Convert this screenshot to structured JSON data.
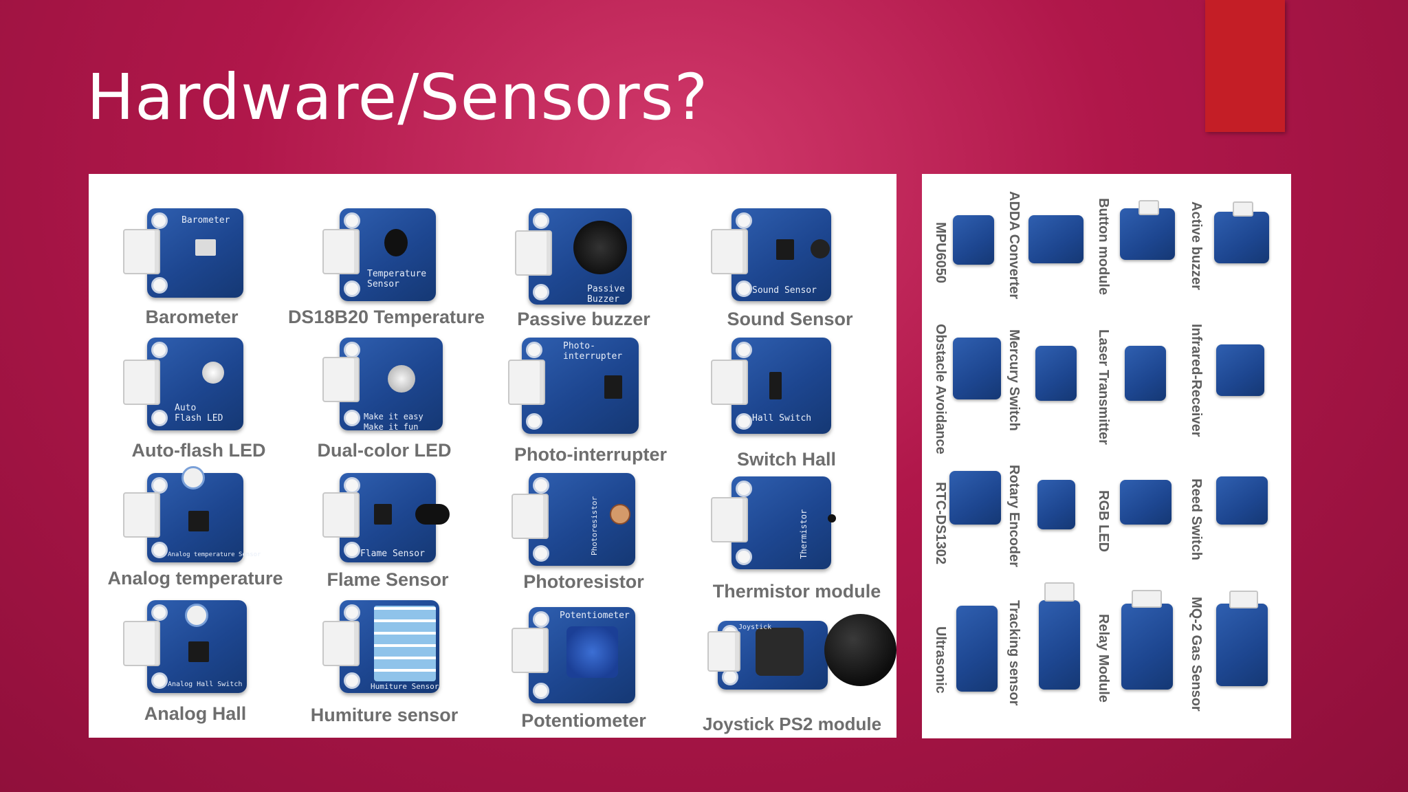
{
  "slide": {
    "title": "Hardware/Sensors?",
    "accent_color": "#c41e26",
    "background_color": "#b0174a"
  },
  "left_panel": {
    "modules": [
      {
        "label": "Barometer",
        "silk": "Barometer"
      },
      {
        "label": "DS18B20 Temperature",
        "silk": "Temperature\nSensor"
      },
      {
        "label": "Passive buzzer",
        "silk": "Passive\nBuzzer"
      },
      {
        "label": "Sound Sensor",
        "silk": "Sound Sensor"
      },
      {
        "label": "Auto-flash LED",
        "silk": "Auto\nFlash LED"
      },
      {
        "label": "Dual-color LED",
        "silk": "Make it easy\nMake it fun"
      },
      {
        "label": "Photo-interrupter",
        "silk": "Photo-\ninterrupter"
      },
      {
        "label": "Switch Hall",
        "silk": "Hall Switch"
      },
      {
        "label": "Analog temperature",
        "silk": "Analog temperature Sensor"
      },
      {
        "label": "Flame Sensor",
        "silk": "Flame Sensor"
      },
      {
        "label": "Photoresistor",
        "silk": "Photoresistor"
      },
      {
        "label": "Thermistor module",
        "silk": "Thermistor"
      },
      {
        "label": "Analog Hall",
        "silk": "Analog Hall Switch"
      },
      {
        "label": "Humiture sensor",
        "silk": "Humiture Sensor"
      },
      {
        "label": "Potentiometer",
        "silk": "Potentiometer"
      },
      {
        "label": "Joystick PS2 module",
        "silk": "Joystick"
      }
    ]
  },
  "right_panel": {
    "modules": [
      {
        "label": "MPU6050"
      },
      {
        "label": "ADDA Converter"
      },
      {
        "label": "Button module"
      },
      {
        "label": "Active buzzer"
      },
      {
        "label": "Obstacle Avoidance"
      },
      {
        "label": "Mercury Switch"
      },
      {
        "label": "Laser Transmitter"
      },
      {
        "label": "Infrared-Receiver"
      },
      {
        "label": "RTC-DS1302"
      },
      {
        "label": "Rotary Encoder"
      },
      {
        "label": "RGB LED"
      },
      {
        "label": "Reed Switch"
      },
      {
        "label": "Ultrasonic"
      },
      {
        "label": "Tracking sensor"
      },
      {
        "label": "Relay Module"
      },
      {
        "label": "MQ-2 Gas Sensor"
      }
    ]
  }
}
